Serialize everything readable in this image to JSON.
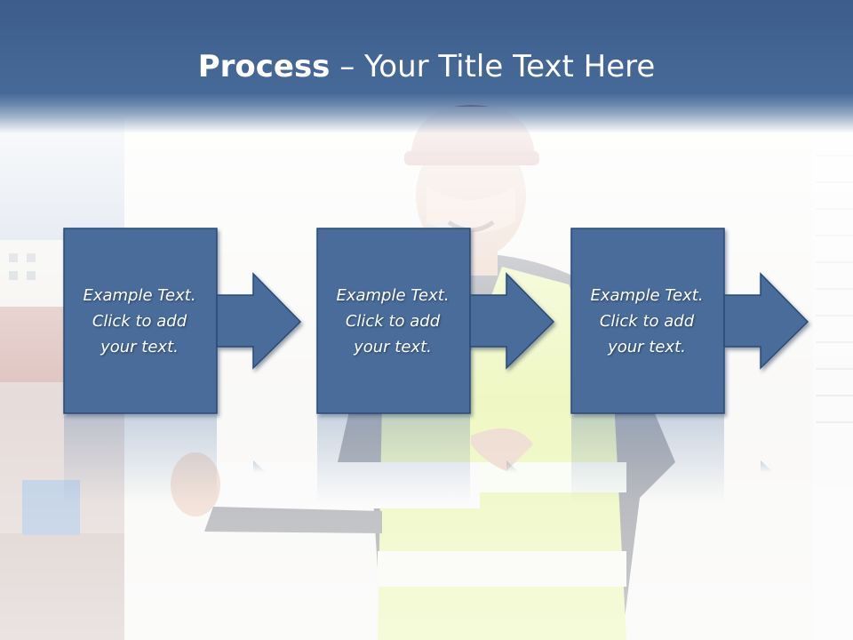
{
  "slide": {
    "title_bold": "Process",
    "title_rest": " – Your Title Text Here"
  },
  "steps": [
    {
      "text": "Example Text.\nClick  to add\nyour text."
    },
    {
      "text": "Example Text.\nClick  to add\nyour text."
    },
    {
      "text": "Example Text.\nClick  to add\nyour text."
    }
  ],
  "colors": {
    "title_bar": "#466a98",
    "box_fill": "#4a6c9b",
    "box_stroke": "#2c4a74",
    "vest": "#e4f58a"
  },
  "icons": {
    "arrow": "right-arrow-icon",
    "photo": "construction-worker-photo"
  }
}
